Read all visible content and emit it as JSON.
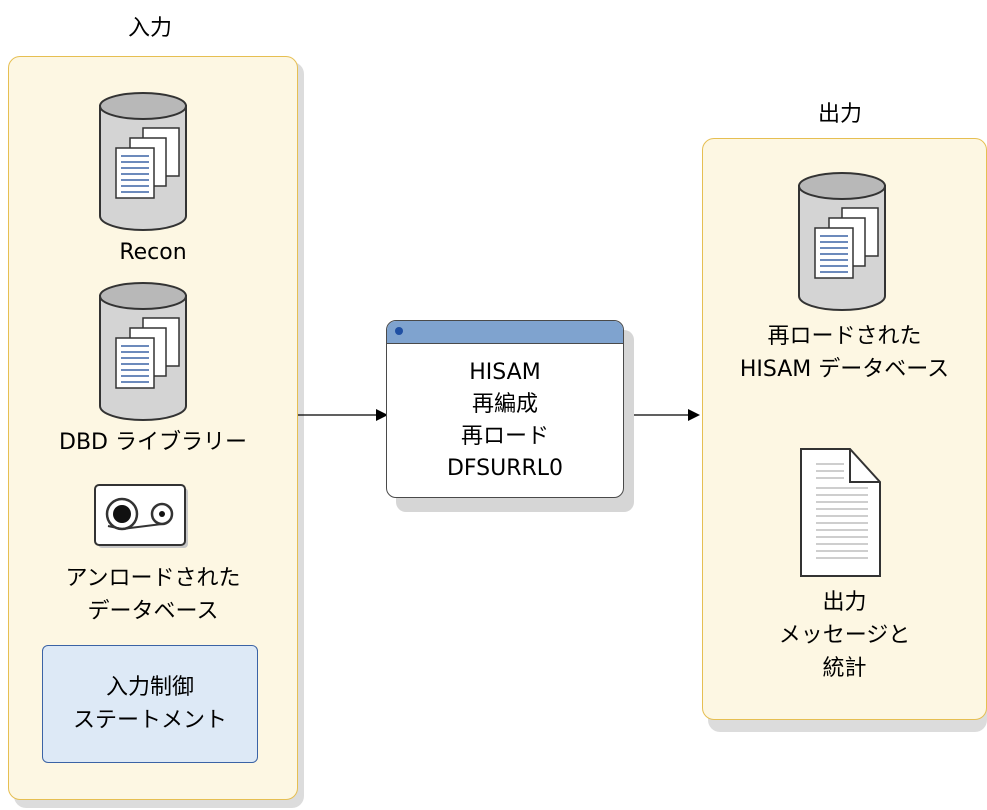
{
  "input_section": {
    "title": "入力",
    "items": [
      {
        "label": "Recon"
      },
      {
        "label": "DBD ライブラリー"
      },
      {
        "label_lines": [
          "アンロードされた",
          "データベース"
        ]
      }
    ],
    "control_box_lines": [
      "入力制御",
      "ステートメント"
    ]
  },
  "process": {
    "lines": [
      "HISAM",
      "再編成",
      "再ロード",
      "DFSURRL0"
    ]
  },
  "output_section": {
    "title": "出力",
    "database_label_lines": [
      "再ロードされた",
      "HISAM データベース"
    ],
    "report_label_lines": [
      "出力",
      "メッセージと",
      "統計"
    ]
  },
  "colors": {
    "panel_fill": "#fdf7e3",
    "panel_border": "#e6bf52",
    "control_fill": "#dde9f6",
    "control_border": "#3b63a5",
    "process_title_bar": "#7fa3cf"
  }
}
